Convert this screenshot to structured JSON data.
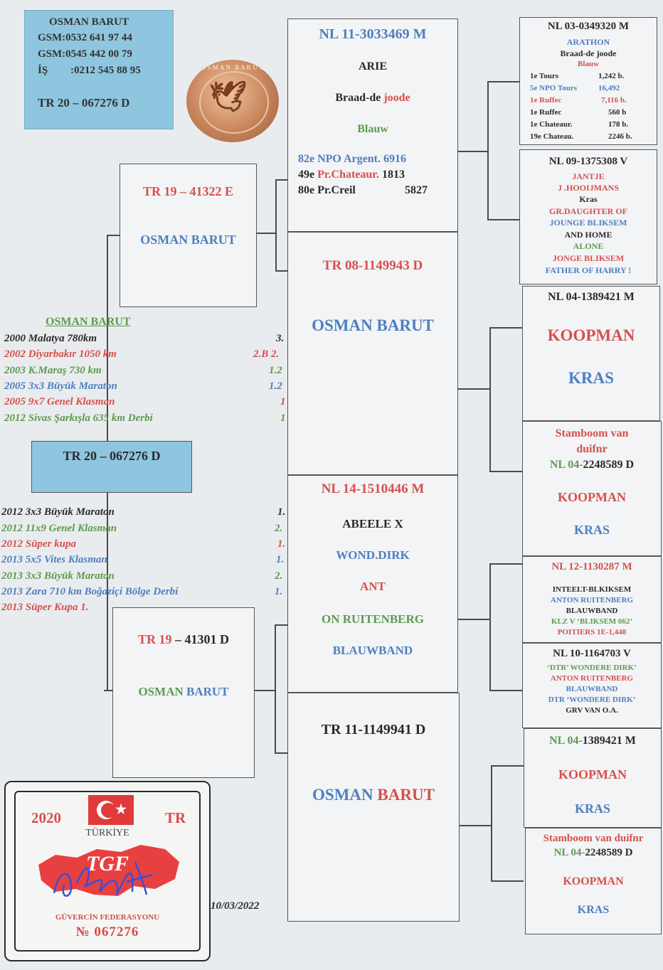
{
  "owner_box": {
    "name": "OSMAN BARUT",
    "gsm1": "GSM:0532 641 97 44",
    "gsm2": "GSM:0545 442 00 79",
    "is_label": "İŞ",
    "is_phone": ":0212 545 88 95",
    "ring": "TR  20 – 067276 D"
  },
  "seal": {
    "text": "OSMAN BARUT"
  },
  "sire": {
    "ring_prefix": "TR 19 – 41322 E",
    "owner": "OSMAN BARUT"
  },
  "dam": {
    "ring_red": "TR 19",
    "ring_dark": " – 41301 D",
    "owner_green": "OSMAN ",
    "owner_blue": "BARUT"
  },
  "subject": {
    "owner_heading": "OSMAN BARUT",
    "ring": "TR  20 – 067276 D",
    "results_top": [
      {
        "text": "2000 Malatya       780km",
        "value": "3.",
        "color": "dark"
      },
      {
        "text": "2002 Diyarbakır  1050 km",
        "value": "2.B 2.",
        "color": "red"
      },
      {
        "text": "2003 K.Maraş       730 km",
        "value": "1.2",
        "color": "green"
      },
      {
        "text": "2005 3x3 Büyük Maraton",
        "value": "1.2",
        "color": "blue"
      },
      {
        "text": "2005 9x7 Genel Klasman",
        "value": "1",
        "color": "red"
      },
      {
        "text": "2012 Sivas Şarkışla 635 km Derbi",
        "value": "1",
        "color": "green"
      }
    ],
    "results_bottom": [
      {
        "text": "2012 3x3   Büyük Maraton",
        "value": "1.",
        "color": "dark"
      },
      {
        "text": "2012 11x9 Genel Klasman",
        "value": "2.",
        "color": "green"
      },
      {
        "text": "2012 Süper kupa",
        "value": "1.",
        "color": "red"
      },
      {
        "text": "2013 5x5 Vites Klasman",
        "value": "1.",
        "color": "blue"
      },
      {
        "text": "2013 3x3 Büyük Maraton",
        "value": "2.",
        "color": "green"
      },
      {
        "text": "2013 Zara 710 km Boğaziçi Bölge Derbi",
        "value": "1.",
        "color": "blue"
      },
      {
        "text": "2013 Süper Kupa 1.",
        "value": "",
        "color": "red"
      }
    ],
    "date": "10/03/2022"
  },
  "gp1": {
    "ring": "NL 11-3033469 M",
    "name": "ARIE",
    "strain_dark": "Braad-de ",
    "strain_red": "joode",
    "color": "Blauw",
    "r1_a": "82e NPO Argent. 6916",
    "r2_a": "49e ",
    "r2_b": "Pr.Chateaur.",
    "r2_c": " 1813",
    "r3_a": "80e Pr.Creil",
    "r3_b": "5827"
  },
  "gp2": {
    "ring": "TR 08-1149943 D",
    "owner": "OSMAN BARUT"
  },
  "gp3": {
    "ring": "NL 14-1510446 M",
    "l1": "ABEELE X",
    "l2": "WOND.DIRK",
    "l3": "ANT",
    "l4": "ON RUITENBERG",
    "l5": "BLAUWBAND"
  },
  "gp4": {
    "ring": "TR 11-1149941 D",
    "owner_blue": "OSMAN ",
    "owner_red": "BARUT"
  },
  "ggp1": {
    "ring": "NL 03-0349320 M",
    "name": "ARATHON",
    "strain": "Braad-de joode",
    "color": "Blauw",
    "results": [
      {
        "race": "1e Tours",
        "val": "1,242 b.",
        "color": "dark"
      },
      {
        "race": "5e NPO Tours",
        "val": "16,492",
        "color": "blue"
      },
      {
        "race": "1e Ruffec",
        "val": "7,116 b.",
        "color": "red"
      },
      {
        "race": "1e Ruffec",
        "val": "560 b",
        "color": "dark"
      },
      {
        "race": "1e Chateaur.",
        "val": "178 b.",
        "color": "dark"
      },
      {
        "race": "19e Chateau.",
        "val": "2246 b.",
        "color": "dark"
      }
    ]
  },
  "ggp2": {
    "ring": "NL 09-1375308 V",
    "l1": "JANTJE",
    "l2": "J  .HOOIJMANS",
    "l3": "Kras",
    "l4": "GR.DAUGHTER OF",
    "l5": "JOUNGE BLIKSEM",
    "l6": "AND HOME",
    "l7": "ALONE",
    "l8": "JONGE BLIKSEM",
    "l9": "FATHER OF HARRY !"
  },
  "ggp3": {
    "ring": "NL 04-1389421 M",
    "name": "KOOPMAN",
    "strain": "KRAS"
  },
  "ggp4": {
    "head1": "Stamboom van",
    "head2": "duifnr",
    "ring_a": "NL 04-",
    "ring_b": "2248589 D",
    "name": "KOOPMAN",
    "strain": "KRAS"
  },
  "ggp5": {
    "ring": "NL 12-1130287 M",
    "l1": "INTEELT-BLKIKSEM",
    "l2": "ANTON RUITENBERG",
    "l3": "BLAUWBAND",
    "l4": "KLZ V ‘BLIKSEM 062’",
    "l5": "POITIERS 1E-1,448"
  },
  "ggp6": {
    "ring": "NL 10-1164703 V",
    "l1": "‘DTR’ WONDERE DIRK’",
    "l2": "ANTON RUITENBERG",
    "l3": "BLAUWBAND",
    "l4": "DTR ‘WONDERE DIRK’",
    "l5": "GRV VAN O.A."
  },
  "ggp7": {
    "ring_a": "NL 04-",
    "ring_b": "1389421 M",
    "name": "KOOPMAN",
    "strain": "KRAS"
  },
  "ggp8": {
    "head1": "Stamboom van duifnr",
    "ring_a": "NL 04-",
    "ring_b": "2248589 D",
    "name": "KOOPMAN",
    "strain": "KRAS"
  },
  "card": {
    "year": "2020",
    "country_code": "TR",
    "country": "TÜRKİYE",
    "logo": "TGF",
    "federation": "GÜVERCİN FEDERASYONU",
    "number": "№ 067276"
  }
}
